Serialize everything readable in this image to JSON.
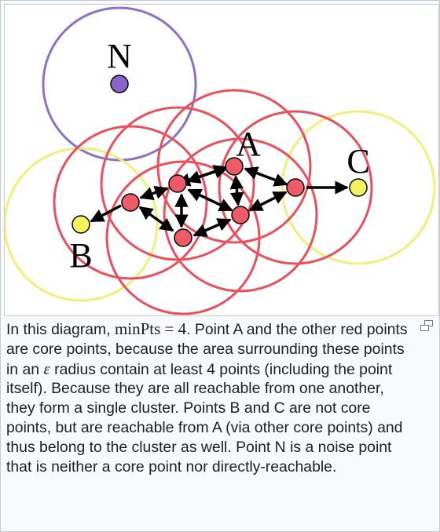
{
  "diagram": {
    "labels": {
      "n": "N",
      "a": "A",
      "b": "B",
      "c": "C"
    },
    "colors": {
      "core": "#ee5a66",
      "core_ring": "#e9505c",
      "border": "#f3f35a",
      "border_ring": "#f0ef7a",
      "noise": "#8a66cc",
      "noise_ring": "#8c72c6",
      "arrow": "#000000"
    }
  },
  "caption": {
    "part1": "In this diagram, ",
    "math1": "minPts = 4",
    "part2": ". Point A and the other red points are core points, because the area surrounding these points in an ",
    "math2": "ε",
    "part3": " radius contain at least 4 points (including the point itself). Because they are all reachable from one another, they form a single cluster. Points B and C are not core points, but are reachable from A (via other core points) and thus belong to the cluster as well. Point N is a noise point that is neither a core point nor directly-reachable."
  },
  "enlarge_icon": "enlarge-icon"
}
